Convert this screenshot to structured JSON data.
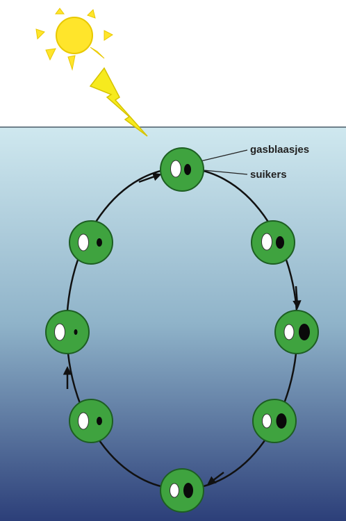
{
  "labels": {
    "gas_bubbles": "gasblaasjes",
    "sugars": "suikers"
  },
  "colors": {
    "sky": "#ffffff",
    "water_top": "#cfe8ef",
    "water_mid": "#8fb3c9",
    "water_bottom": "#2c3f79",
    "sun_fill": "#ffe52b",
    "sun_stroke": "#e8c800",
    "lightning": "#f6ea1e",
    "cell_fill": "#3fa33f",
    "cell_stroke": "#1d5e22",
    "gas_vacuole": "#ffffff",
    "sugar": "#0a0a0a",
    "cycle_line": "#111111"
  },
  "cycle": {
    "direction": "clockwise",
    "cells": [
      {
        "id": "top",
        "gas": "large",
        "sugar": "medium"
      },
      {
        "id": "right-upper",
        "gas": "large",
        "sugar": "medium"
      },
      {
        "id": "right-middle",
        "gas": "medium",
        "sugar": "large"
      },
      {
        "id": "right-lower",
        "gas": "medium",
        "sugar": "large"
      },
      {
        "id": "bottom",
        "gas": "medium",
        "sugar": "large"
      },
      {
        "id": "left-lower",
        "gas": "large",
        "sugar": "small"
      },
      {
        "id": "left-middle",
        "gas": "large",
        "sugar": "tiny"
      },
      {
        "id": "left-upper",
        "gas": "large",
        "sugar": "small"
      }
    ]
  },
  "icons": {
    "sun": "sun-icon",
    "lightning": "lightning-bolt-icon"
  }
}
